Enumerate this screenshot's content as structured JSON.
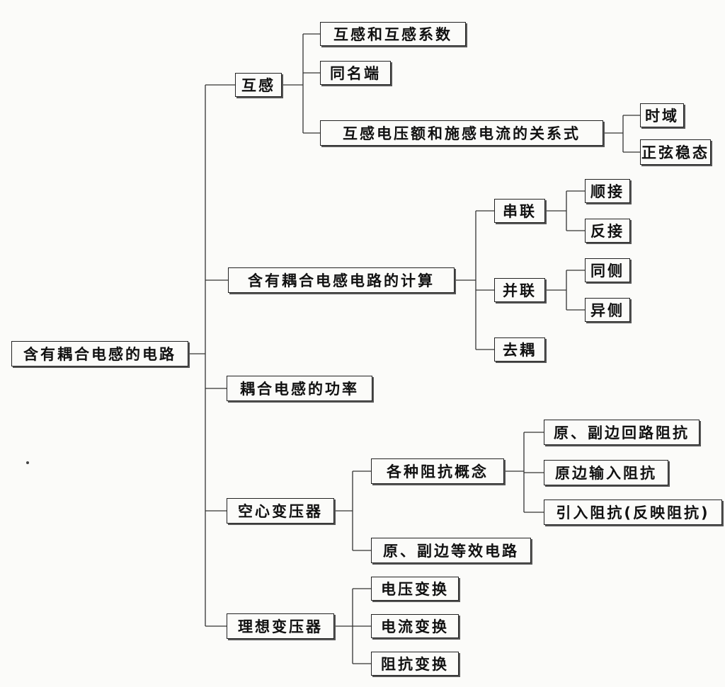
{
  "diagram": {
    "root": "含有耦合电感的电路",
    "mutual": {
      "label": "互感",
      "coef": "互感和互感系数",
      "dot_terminal": "同名端",
      "relation": "互感电压额和施感电流的关系式",
      "time_domain": "时域",
      "sinusoidal": "正弦稳态"
    },
    "calc": {
      "label": "含有耦合电感电路的计算",
      "series": "串联",
      "series_aiding": "顺接",
      "series_opposing": "反接",
      "parallel": "并联",
      "parallel_same": "同侧",
      "parallel_opposite": "异侧",
      "decoupling": "去耦"
    },
    "power": {
      "label": "耦合电感的功率"
    },
    "air_core": {
      "label": "空心变压器",
      "impedances": "各种阻抗概念",
      "loop_impedance": "原、副边回路阻抗",
      "input_impedance": "原边输入阻抗",
      "reflected_impedance": "引入阻抗(反映阻抗)",
      "equivalent": "原、副边等效电路"
    },
    "ideal": {
      "label": "理想变压器",
      "voltage": "电压变换",
      "current": "电流变换",
      "impedance": "阻抗变换"
    }
  }
}
